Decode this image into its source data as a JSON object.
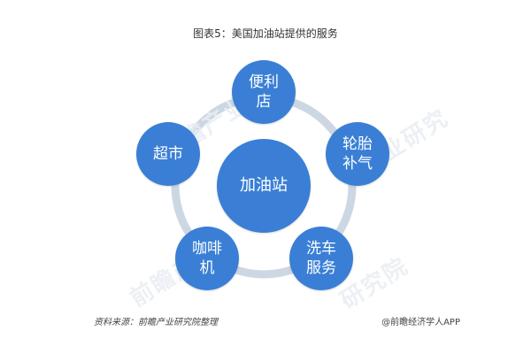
{
  "title": "图表5：美国加油站提供的服务",
  "diagram": {
    "center": {
      "label": "加油站"
    },
    "services": [
      {
        "label": "便利\n店"
      },
      {
        "label": "轮胎\n补气"
      },
      {
        "label": "洗车\n服务"
      },
      {
        "label": "咖啡\n机"
      },
      {
        "label": "超市"
      }
    ],
    "colors": {
      "node": "#3a7fd5",
      "ring": "#cdd7e3"
    }
  },
  "footer": {
    "source": "资料来源：前瞻产业研究院整理",
    "credit": "@前瞻经济学人APP"
  }
}
